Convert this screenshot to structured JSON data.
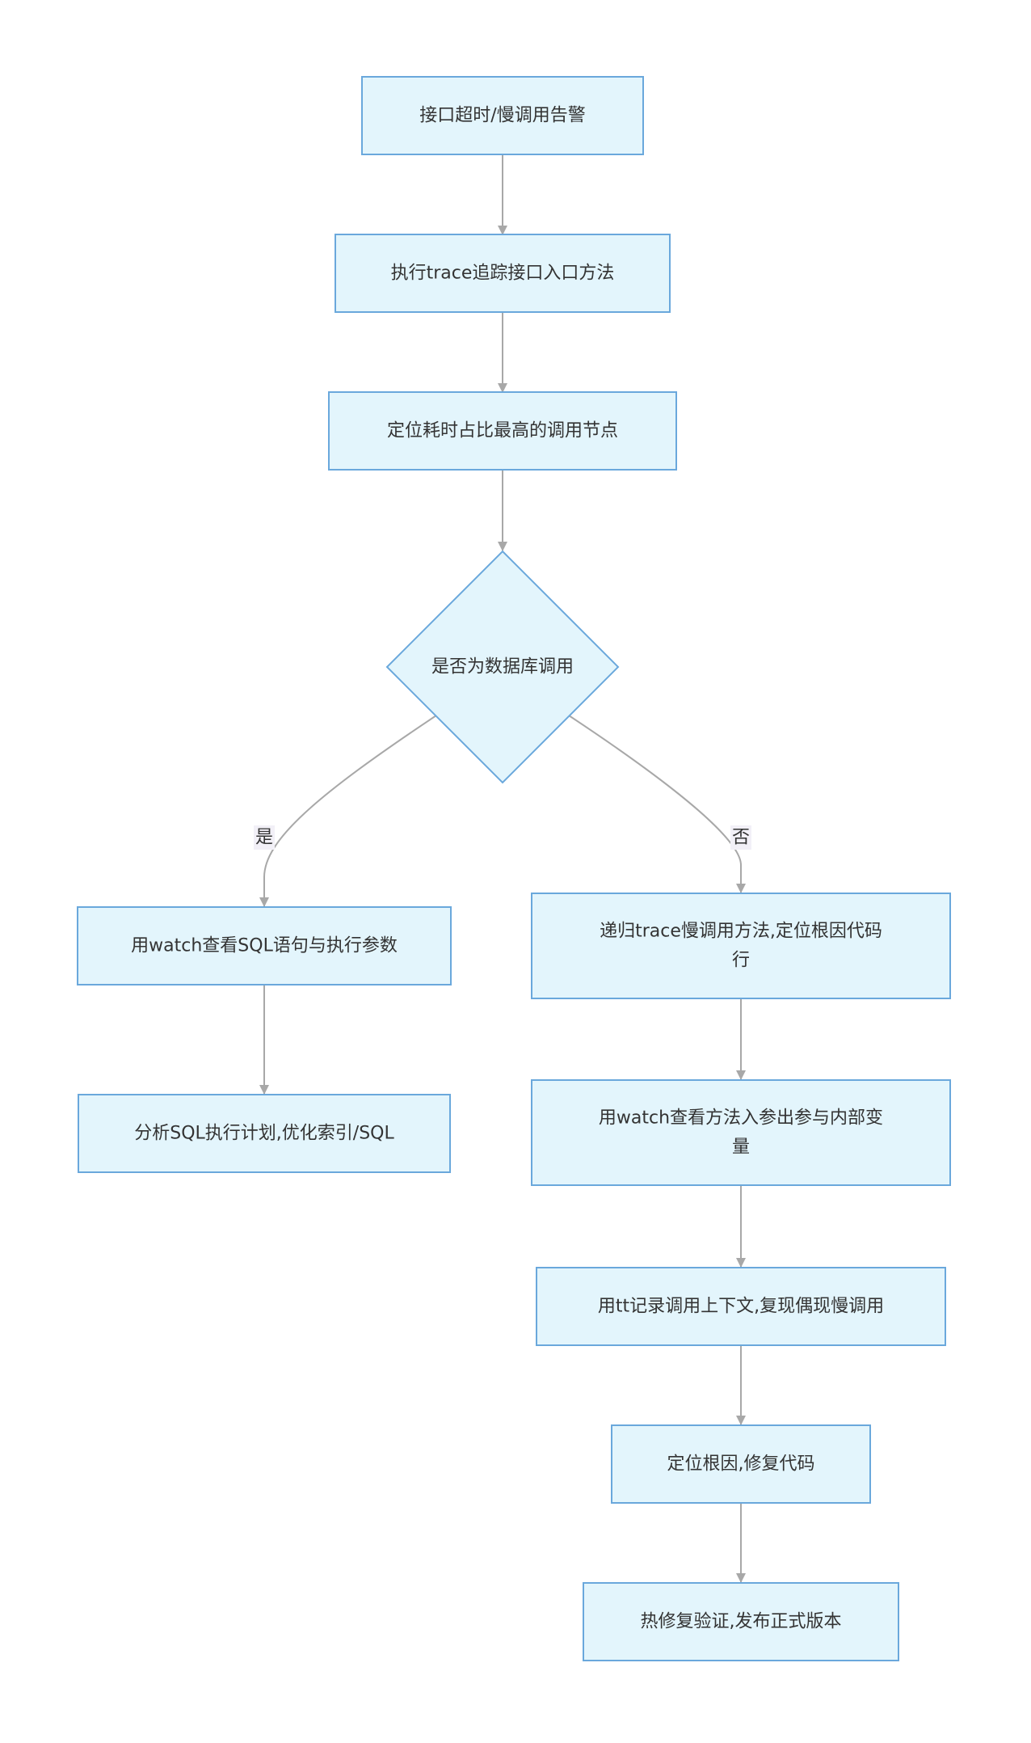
{
  "flowchart": {
    "nodes": [
      {
        "id": "alert",
        "shape": "rect",
        "lines": [
          "接口超时/慢调用告警"
        ]
      },
      {
        "id": "trace",
        "shape": "rect",
        "lines": [
          "执行trace追踪接口入口方法"
        ]
      },
      {
        "id": "locate",
        "shape": "rect",
        "lines": [
          "定位耗时占比最高的调用节点"
        ]
      },
      {
        "id": "is-db",
        "shape": "diamond",
        "lines": [
          "是否为数据库调用"
        ]
      },
      {
        "id": "watch-sql",
        "shape": "rect",
        "lines": [
          "用watch查看SQL语句与执行参数"
        ]
      },
      {
        "id": "analyze-sql",
        "shape": "rect",
        "lines": [
          "分析SQL执行计划,优化索引/SQL"
        ]
      },
      {
        "id": "recursive-trace",
        "shape": "rect",
        "lines": [
          "递归trace慢调用方法,定位根因代码",
          "行"
        ]
      },
      {
        "id": "watch-params",
        "shape": "rect",
        "lines": [
          "用watch查看方法入参出参与内部变",
          "量"
        ]
      },
      {
        "id": "tt-record",
        "shape": "rect",
        "lines": [
          "用tt记录调用上下文,复现偶现慢调用"
        ]
      },
      {
        "id": "fix",
        "shape": "rect",
        "lines": [
          "定位根因,修复代码"
        ]
      },
      {
        "id": "release",
        "shape": "rect",
        "lines": [
          "热修复验证,发布正式版本"
        ]
      }
    ],
    "edges": [
      {
        "from": "alert",
        "to": "trace",
        "label": ""
      },
      {
        "from": "trace",
        "to": "locate",
        "label": ""
      },
      {
        "from": "locate",
        "to": "is-db",
        "label": ""
      },
      {
        "from": "is-db",
        "to": "watch-sql",
        "label": "是"
      },
      {
        "from": "is-db",
        "to": "recursive-trace",
        "label": "否"
      },
      {
        "from": "watch-sql",
        "to": "analyze-sql",
        "label": ""
      },
      {
        "from": "recursive-trace",
        "to": "watch-params",
        "label": ""
      },
      {
        "from": "watch-params",
        "to": "tt-record",
        "label": ""
      },
      {
        "from": "tt-record",
        "to": "fix",
        "label": ""
      },
      {
        "from": "fix",
        "to": "release",
        "label": ""
      }
    ],
    "colors": {
      "node_fill": "#e3f5fc",
      "node_border": "#6aa8dc",
      "edge": "#a8a8a8",
      "text": "#333333",
      "edge_label_bg": "#f2f0f7"
    }
  }
}
